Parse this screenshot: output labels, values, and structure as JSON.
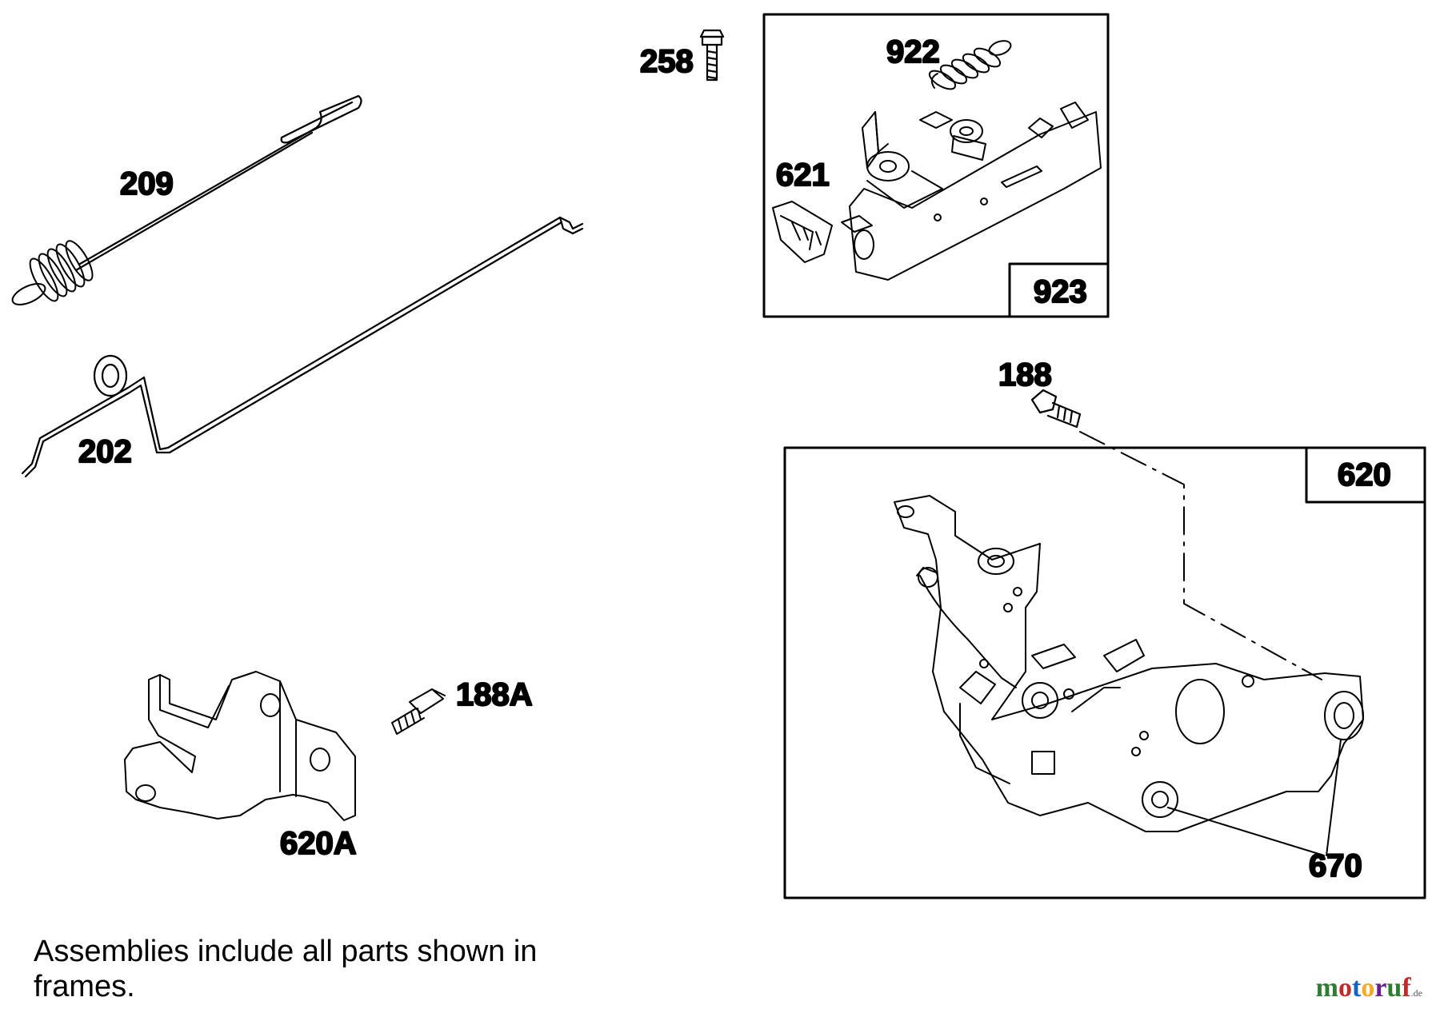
{
  "callouts": {
    "p209": "209",
    "p202": "202",
    "p258": "258",
    "p922": "922",
    "p621": "621",
    "p923": "923",
    "p188": "188",
    "p620": "620",
    "p670": "670",
    "p188A": "188A",
    "p620A": "620A"
  },
  "note": "Assemblies include all parts shown in frames.",
  "watermark": {
    "letters": [
      "m",
      "o",
      "t",
      "o",
      "r",
      "u",
      "f"
    ],
    "colors": [
      "#2e7d32",
      "#c62828",
      "#1565c0",
      "#f9a825",
      "#6a1b9a",
      "#2e7d32",
      "#c62828"
    ],
    "suffix": ".de"
  }
}
